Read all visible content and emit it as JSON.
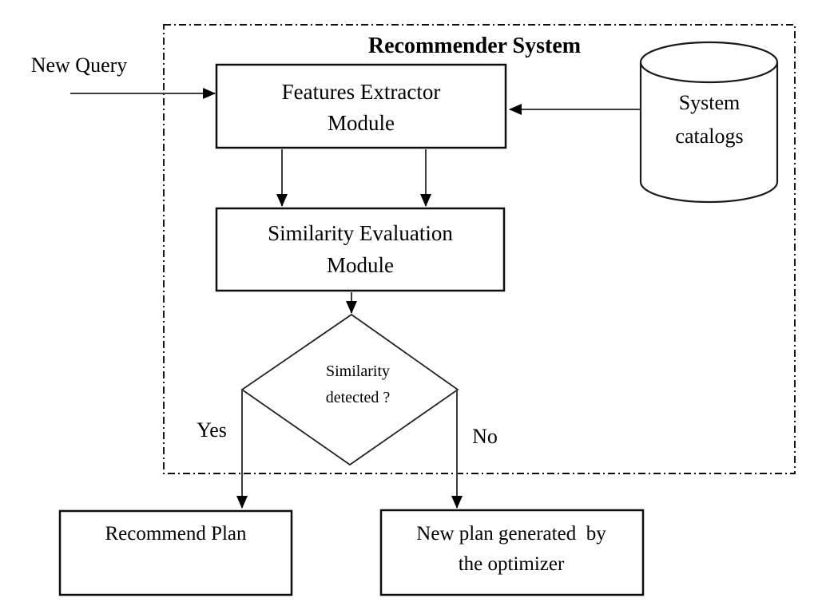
{
  "diagram": {
    "title": "Recommender System",
    "type": "flowchart",
    "colors": {
      "background": "#ffffff",
      "stroke": "#0d0d0d",
      "arrow_stem": "#3d3d3d",
      "text": "#000000"
    }
  },
  "labels": {
    "new_query": "New Query",
    "yes": "Yes",
    "no": "No"
  },
  "nodes": {
    "features_extractor": {
      "shape": "rectangle",
      "line1": "Features Extractor",
      "line2": "Module"
    },
    "system_catalogs": {
      "shape": "cylinder",
      "line1": "System",
      "line2": "catalogs"
    },
    "similarity_evaluation": {
      "shape": "rectangle",
      "line1": "Similarity Evaluation",
      "line2": "Module"
    },
    "similarity_decision": {
      "shape": "diamond",
      "line1": "Similarity",
      "line2": "detected ?"
    },
    "recommend_plan": {
      "shape": "rectangle",
      "label": "Recommend Plan"
    },
    "new_plan_optimizer": {
      "shape": "rectangle",
      "line1": "New plan generated  by",
      "line2": "the optimizer"
    }
  },
  "edges": [
    {
      "from": "new-query",
      "to": "features-extractor"
    },
    {
      "from": "system-catalogs",
      "to": "features-extractor"
    },
    {
      "from": "features-extractor",
      "to": "similarity-evaluation",
      "note": "left stem"
    },
    {
      "from": "features-extractor",
      "to": "similarity-evaluation",
      "note": "right stem"
    },
    {
      "from": "similarity-evaluation",
      "to": "similarity-decision"
    },
    {
      "from": "similarity-decision",
      "to": "recommend-plan",
      "label": "Yes"
    },
    {
      "from": "similarity-decision",
      "to": "new-plan-optimizer",
      "label": "No"
    }
  ]
}
